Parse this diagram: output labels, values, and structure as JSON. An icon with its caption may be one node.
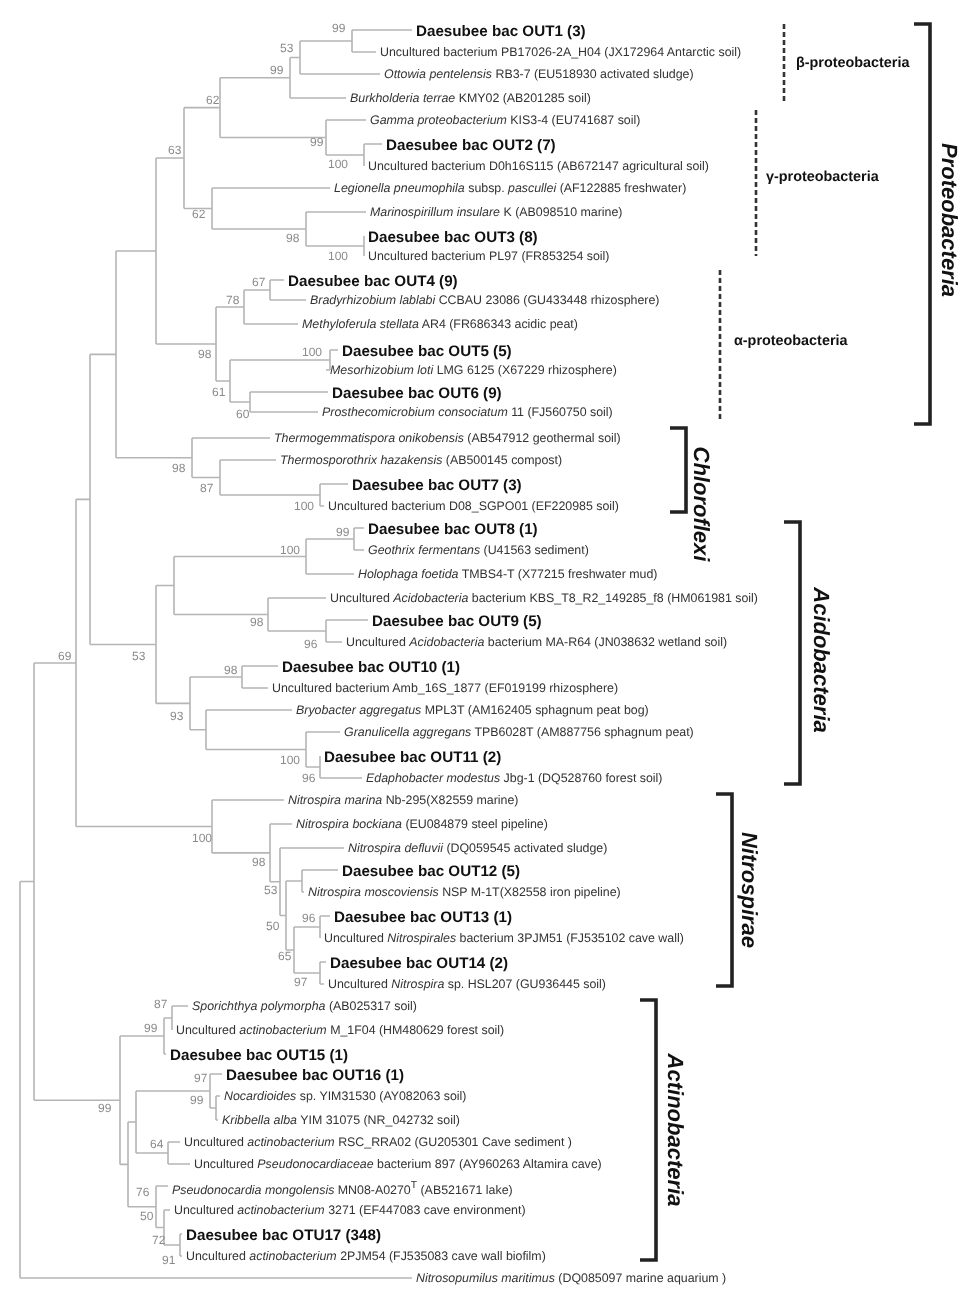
{
  "diagram": {
    "labels": [
      "Daesubee bac OUT1 (3)",
      "Uncultured bacterium PB17026-2A_H04 (JX172964 Antarctic soil)",
      "*Ottowia pentelensis* RB3-7 (EU518930 activated sludge)",
      "*Burkholderia terrae* KMY02 (AB201285 soil)",
      "*Gamma proteobacterium* KIS3-4 (EU741687 soil)",
      "Daesubee bac OUT2 (7)",
      "Uncultured bacterium D0h16S115 (AB672147 agricultural soil)",
      "*Legionella pneumophila* subsp. *pascullei* (AF122885 freshwater)",
      "*Marinospirillum insulare* K (AB098510 marine)",
      "Daesubee bac OUT3 (8)",
      "Uncultured bacterium PL97 (FR853254 soil)",
      "Daesubee bac OUT4 (9)",
      "*Bradyrhizobium lablabi* CCBAU 23086 (GU433448 rhizosphere)",
      "*Methyloferula stellata* AR4 (FR686343 acidic peat)",
      "Daesubee bac OUT5 (5)",
      "*Mesorhizobium loti* LMG 6125 (X67229 rhizosphere)",
      "Daesubee bac OUT6 (9)",
      "*Prosthecomicrobium consociatum* 11 (FJ560750 soil)",
      "*Thermogemmatispora onikobensis* (AB547912 geothermal soil)",
      "*Thermosporothrix hazakensis* (AB500145 compost)",
      "Daesubee bac OUT7 (3)",
      "Uncultured bacterium D08_SGPO01 (EF220985 soil)",
      "Daesubee bac OUT8 (1)",
      "*Geothrix fermentans* (U41563 sediment)",
      "*Holophaga foetida* TMBS4-T (X77215 freshwater mud)",
      "Uncultured *Acidobacteria* bacterium KBS_T8_R2_149285_f8 (HM061981 soil)",
      "Daesubee bac OUT9 (5)",
      "Uncultured *Acidobacteria* bacterium MA-R64 (JN038632 wetland soil)",
      "Daesubee bac OUT10 (1)",
      "Uncultured bacterium Amb_16S_1877 (EF019199 rhizosphere)",
      "*Bryobacter aggregatus* MPL3T (AM162405 sphagnum peat bog)",
      "*Granulicella aggregans* TPB6028T (AM887756 sphagnum peat)",
      "Daesubee bac OUT11 (2)",
      "*Edaphobacter modestus* Jbg-1 (DQ528760 forest soil)",
      "*Nitrospira marina* Nb-295(X82559 marine)",
      "*Nitrospira bockiana* (EU084879 steel pipeline)",
      "*Nitrospira defluvii* (DQ059545 activated sludge)",
      "Daesubee bac OUT12 (5)",
      "*Nitrospira moscoviensis* NSP M-1T(X82558 iron pipeline)",
      "Daesubee bac OUT13 (1)",
      "Uncultured *Nitrospirales* bacterium 3PJM51 (FJ535102 cave wall)",
      "Daesubee bac OUT14 (2)",
      "Uncultured *Nitrospira* sp. HSL207 (GU936445 soil)",
      "*Sporichthya polymorpha* (AB025317 soil)",
      "Uncultured *actinobacterium* M_1F04 (HM480629 forest soil)",
      "Daesubee bac OUT15 (1)",
      "Daesubee bac OUT16 (1)",
      "*Nocardioides* sp. YIM31530 (AY082063 soil)",
      "*Kribbella alba* YIM 31075 (NR_042732 soil)",
      "Uncultured *actinobacterium* RSC_RRA02 (GU205301 Cave sediment )",
      "Uncultured *Pseudonocardiaceae* bacterium 897 (AY960263 Altamira cave)",
      "*Pseudonocardia mongolensis* MN08-A0270$^{T}$ (AB521671 lake)",
      "Uncultured *actinobacterium* 3271 (EF447083 cave environment)",
      "Daesubee bac OTU17 (348)",
      "Uncultured *actinobacterium* 2PJM54 (FJ535083 cave wall biofilm)",
      "*Nitrosopumilus maritimus* (DQ085097 marine aquarium )",
      "β-proteobacteria",
      "γ-proteobacteria",
      "α-proteobacteria",
      "Proteobacteria",
      "Chloroflexi",
      "Acidobacteria",
      "Nitrospirae",
      "Actinobacteria",
      "99",
      "53",
      "99",
      "62",
      "99",
      "63",
      "100",
      "62",
      "98",
      "100",
      "67",
      "78",
      "100",
      "98",
      "61",
      "60",
      "98",
      "87",
      "100",
      "99",
      "100",
      "98",
      "96",
      "69",
      "53",
      "98",
      "93",
      "100",
      "96",
      "100",
      "98",
      "53",
      "96",
      "50",
      "65",
      "97",
      "87",
      "99",
      "97",
      "99",
      "99",
      "64",
      "76",
      "50",
      "72",
      "91"
    ]
  }
}
